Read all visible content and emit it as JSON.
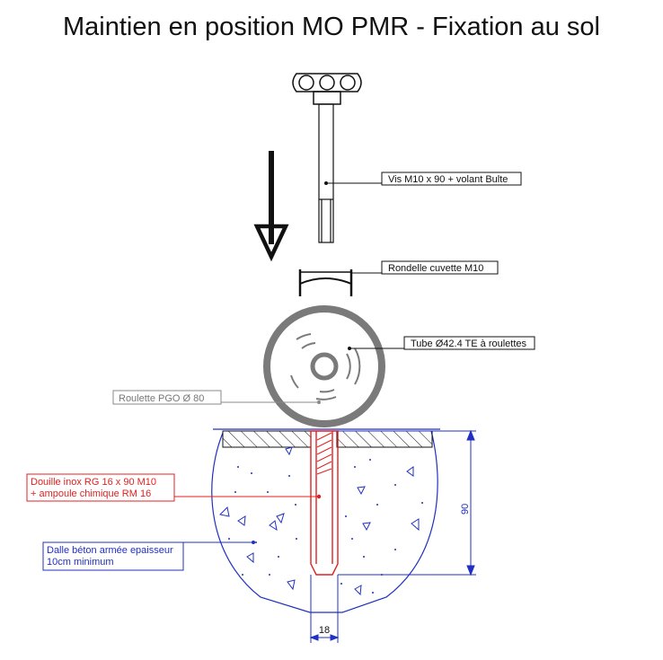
{
  "title": "Maintien en position MO PMR - Fixation au sol",
  "labels": {
    "screw": "Vis M10 x 90 + volant Bulte",
    "washer": "Rondelle cuvette M10",
    "tube": "Tube Ø42.4 TE à roulettes",
    "wheel": "Roulette PGO Ø 80",
    "anchor_line1": "Douille inox RG 16 x 90 M10",
    "anchor_line2": "+ ampoule chimique RM 16",
    "slab_line1": "Dalle béton armée epaisseur",
    "slab_line2": "10cm minimum"
  },
  "dimensions": {
    "depth": "90",
    "width": "18"
  },
  "colors": {
    "ink": "#111111",
    "gray": "#777777",
    "red": "#e02020",
    "blue": "#2030c0"
  }
}
